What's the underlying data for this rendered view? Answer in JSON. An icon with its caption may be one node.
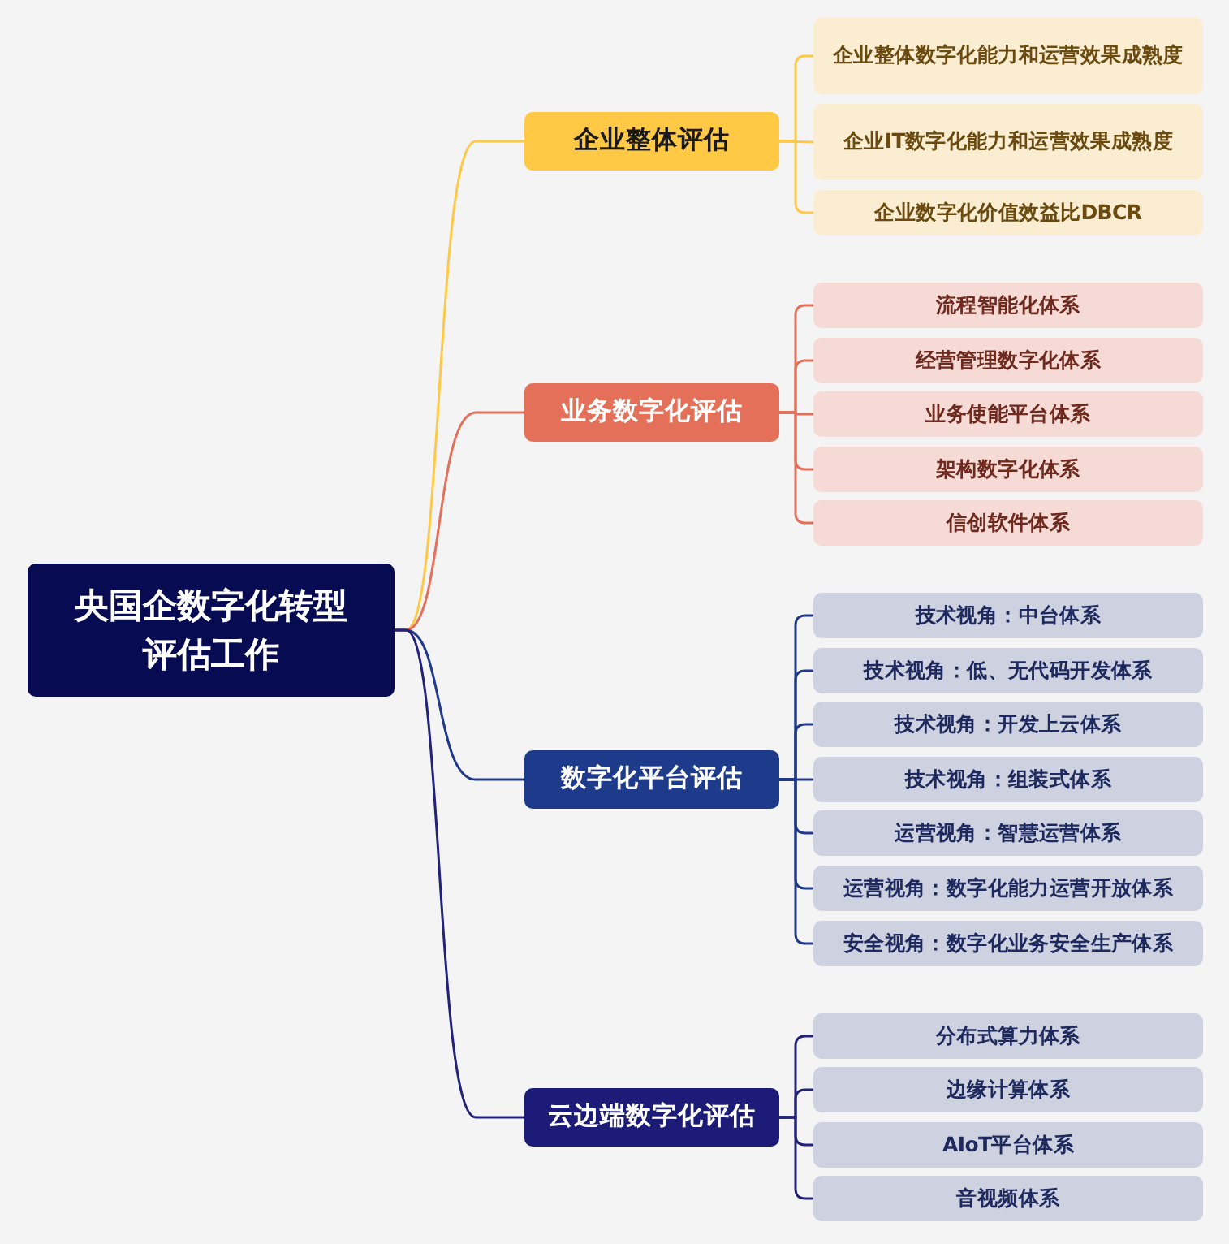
{
  "diagram": {
    "nodes": [
      {
        "text": [
          "央国企数字化转型评估工作"
        ]
      },
      {
        "text": [
          "企业整体评估"
        ]
      },
      {
        "text": [
          "企业整体数字化能力和运营效果成熟度"
        ]
      },
      {
        "text": [
          "企业IT数字化能力和运营效果成熟度"
        ]
      },
      {
        "text": [
          "企业数字化价值效益比DBCR"
        ]
      },
      {
        "text": [
          "业务数字化评估"
        ]
      },
      {
        "text": [
          "流程智能化体系"
        ]
      },
      {
        "text": [
          "经营管理数字化体系"
        ]
      },
      {
        "text": [
          "业务使能平台体系"
        ]
      },
      {
        "text": [
          "架构数字化体系"
        ]
      },
      {
        "text": [
          "信创软件体系"
        ]
      },
      {
        "text": [
          "数字化平台评估"
        ]
      },
      {
        "text": [
          "技术视角：中台体系"
        ]
      },
      {
        "text": [
          "技术视角：低、无代码开发体系"
        ]
      },
      {
        "text": [
          "技术视角：开发上云体系"
        ]
      },
      {
        "text": [
          "技术视角：组装式体系"
        ]
      },
      {
        "text": [
          "运营视角：智慧运营体系"
        ]
      },
      {
        "text": [
          "运营视角：数字化能力运营开放体系"
        ]
      },
      {
        "text": [
          "安全视角：数字化业务安全生产体系"
        ]
      },
      {
        "text": [
          "云边端数字化评估"
        ]
      },
      {
        "text": [
          "分布式算力体系"
        ]
      },
      {
        "text": [
          "边缘计算体系"
        ]
      },
      {
        "text": [
          "AIoT平台体系"
        ]
      },
      {
        "text": [
          "音视频体系"
        ]
      }
    ],
    "edges": [
      {
        "from": 0,
        "to": 1,
        "arrow": "none",
        "color": "#ffc845"
      },
      {
        "from": 1,
        "to": 2,
        "arrow": "none",
        "color": "#ffc845"
      },
      {
        "from": 1,
        "to": 3,
        "arrow": "none",
        "color": "#ffc845"
      },
      {
        "from": 1,
        "to": 4,
        "arrow": "none",
        "color": "#ffc845"
      },
      {
        "from": 0,
        "to": 5,
        "arrow": "none",
        "color": "#e5705a"
      },
      {
        "from": 5,
        "to": 6,
        "arrow": "none",
        "color": "#e5705a"
      },
      {
        "from": 5,
        "to": 7,
        "arrow": "none",
        "color": "#e5705a"
      },
      {
        "from": 5,
        "to": 8,
        "arrow": "none",
        "color": "#e5705a"
      },
      {
        "from": 5,
        "to": 9,
        "arrow": "none",
        "color": "#e5705a"
      },
      {
        "from": 5,
        "to": 10,
        "arrow": "none",
        "color": "#e5705a"
      },
      {
        "from": 0,
        "to": 11,
        "arrow": "none"
      },
      {
        "from": 11,
        "to": 12,
        "arrow": "none"
      },
      {
        "from": 11,
        "to": 13,
        "arrow": "none"
      },
      {
        "from": 11,
        "to": 14,
        "arrow": "none"
      },
      {
        "from": 11,
        "to": 15,
        "arrow": "none"
      },
      {
        "from": 11,
        "to": 16,
        "arrow": "none"
      },
      {
        "from": 11,
        "to": 17,
        "arrow": "none"
      },
      {
        "from": 11,
        "to": 18,
        "arrow": "none"
      },
      {
        "from": 0,
        "to": 19,
        "arrow": "none",
        "color": "#22227a"
      },
      {
        "from": 19,
        "to": 20,
        "arrow": "none",
        "color": "#22227a"
      },
      {
        "from": 19,
        "to": 21,
        "arrow": "none",
        "color": "#22227a"
      },
      {
        "from": 19,
        "to": 22,
        "arrow": "none",
        "color": "#22227a"
      },
      {
        "from": 19,
        "to": 23,
        "arrow": "none",
        "color": "#22227a"
      }
    ]
  }
}
